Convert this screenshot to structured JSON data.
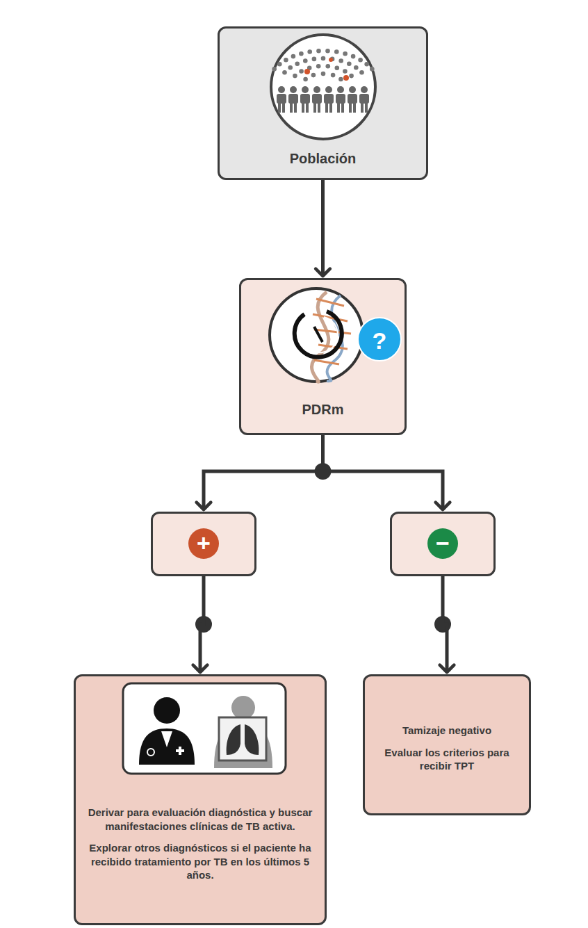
{
  "diagram": {
    "nodes": [
      {
        "text": [
          "Población"
        ]
      },
      {
        "text": [
          "PDRm"
        ]
      },
      {
        "text": [
          "+"
        ]
      },
      {
        "text": [
          "−"
        ]
      },
      {
        "text": [
          "Derivar para evaluación diagnóstica y buscar manifestaciones clínicas de TB activa.",
          "Explorar otros diagnósticos si el paciente ha recibido tratamiento por TB en los últimos 5 años."
        ]
      },
      {
        "text": [
          "Tamizaje negativo",
          "Evaluar los criterios para recibir TPT"
        ]
      }
    ],
    "edges": [
      {
        "from": 0,
        "to": 1,
        "arrow": "to"
      },
      {
        "from": 1,
        "to": 2,
        "arrow": "to"
      },
      {
        "from": 1,
        "to": 3,
        "arrow": "to"
      },
      {
        "from": 2,
        "to": 4,
        "arrow": "to"
      },
      {
        "from": 3,
        "to": 5,
        "arrow": "to"
      }
    ],
    "labels": [
      "?"
    ]
  }
}
